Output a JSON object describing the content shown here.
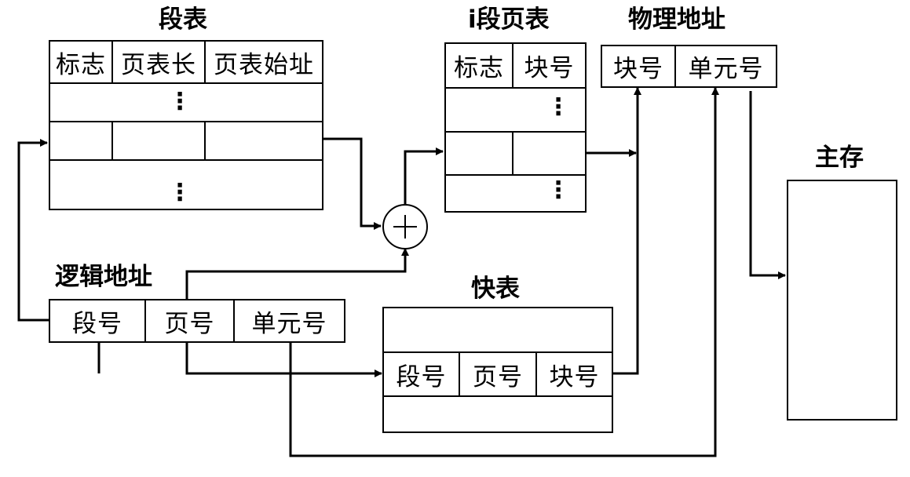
{
  "segment_table": {
    "title": "段表",
    "headers": [
      "标志",
      "页表长",
      "页表始址"
    ],
    "ellipsis": "⋮"
  },
  "page_table": {
    "title": "i段页表",
    "headers": [
      "标志",
      "块号"
    ],
    "ellipsis": "⋮"
  },
  "physical_address": {
    "title": "物理地址",
    "fields": [
      "块号",
      "单元号"
    ]
  },
  "main_memory": {
    "title": "主存"
  },
  "logical_address": {
    "title": "逻辑地址",
    "fields": [
      "段号",
      "页号",
      "单元号"
    ]
  },
  "tlb": {
    "title": "快表",
    "headers": [
      "段号",
      "页号",
      "块号"
    ]
  },
  "adder": {
    "symbol": "+"
  }
}
